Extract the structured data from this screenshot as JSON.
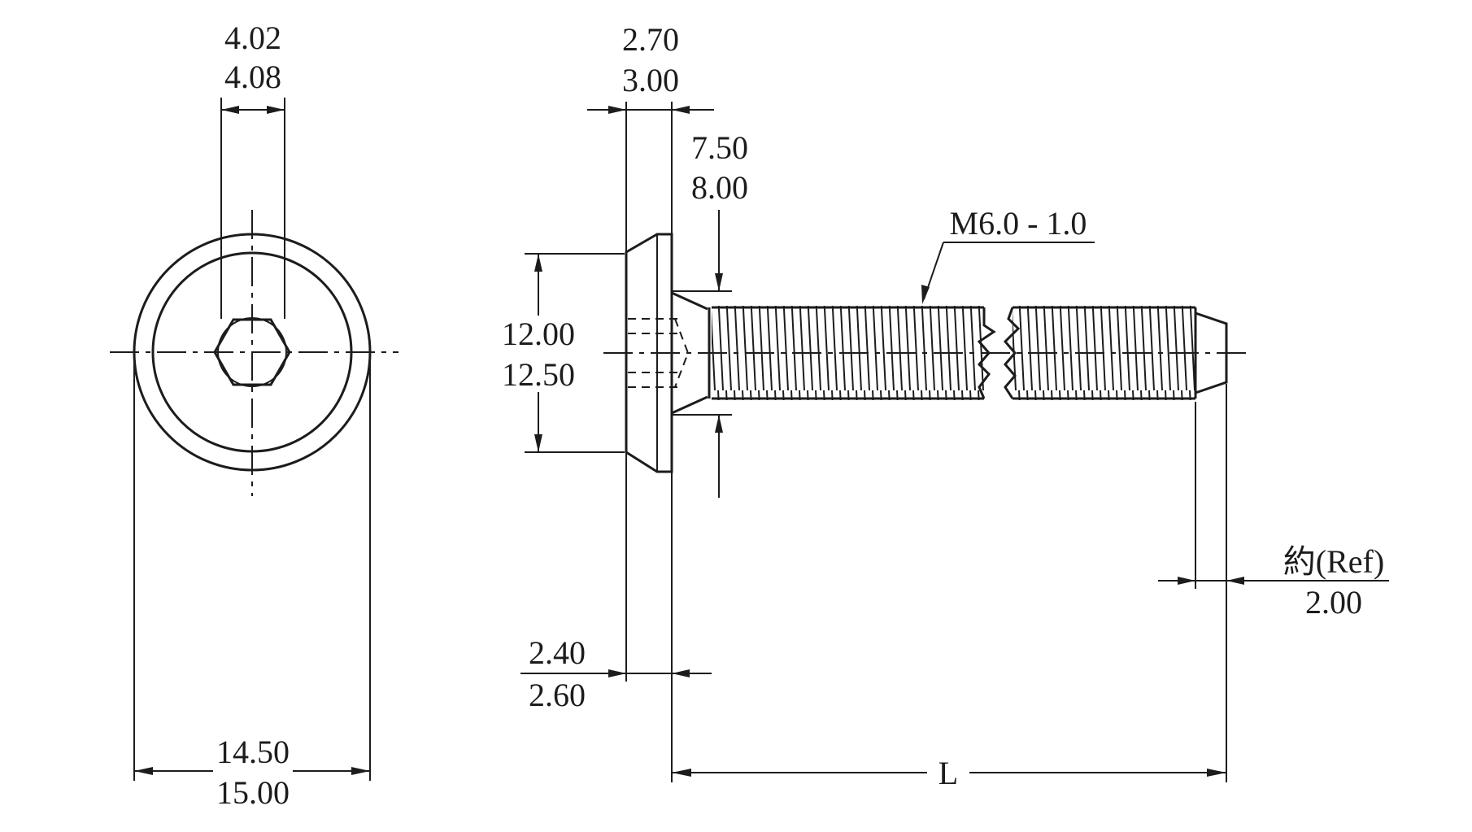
{
  "colors": {
    "line": "#1c1c1c",
    "background": "#ffffff"
  },
  "dimensions": {
    "hex_width": {
      "min": "4.02",
      "max": "4.08"
    },
    "head_diameter": {
      "min": "14.50",
      "max": "15.00"
    },
    "head_thickness": {
      "min": "2.70",
      "max": "3.00"
    },
    "neck_diameter": {
      "min": "7.50",
      "max": "8.00"
    },
    "flange_diameter": {
      "min": "12.00",
      "max": "12.50"
    },
    "flange_thickness": {
      "min": "2.40",
      "max": "2.60"
    },
    "thread_spec": "M6.0 - 1.0",
    "chamfer": {
      "label": "約(Ref)",
      "value": "2.00"
    },
    "length": "L"
  }
}
